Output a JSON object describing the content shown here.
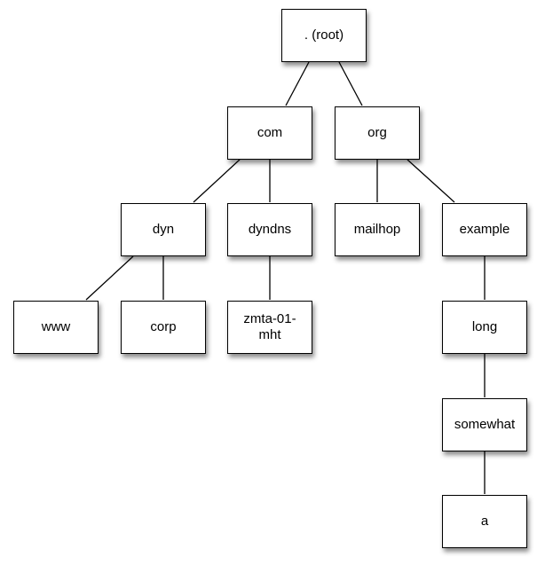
{
  "nodes": {
    "root": ". (root)",
    "com": "com",
    "org": "org",
    "dyn": "dyn",
    "dyndns": "dyndns",
    "mailhop": "mailhop",
    "example": "example",
    "www": "www",
    "corp": "corp",
    "zmta": "zmta-01-\nmht",
    "long": "long",
    "somewhat": "somewhat",
    "a": "a"
  }
}
